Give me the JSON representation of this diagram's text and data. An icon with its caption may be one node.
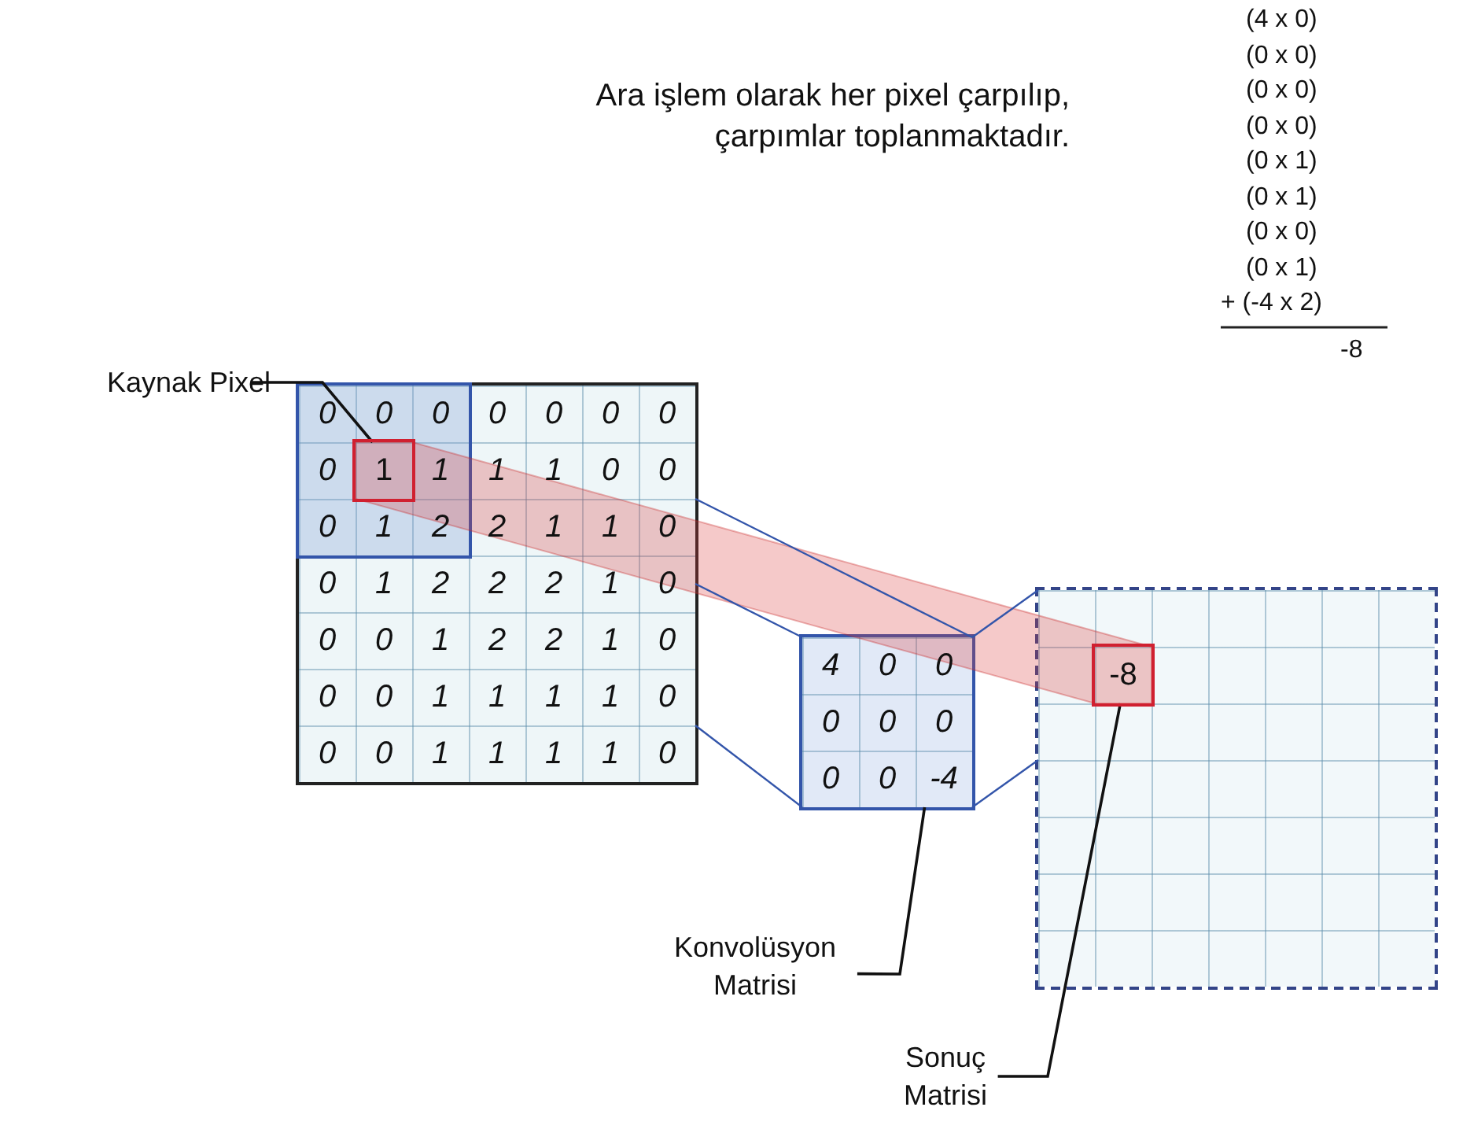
{
  "diagram": {
    "nodes": [
      {
        "text": [
          "Kaynak Pixel"
        ]
      },
      {
        "text": [],
        "shape": "box"
      },
      {
        "text": [],
        "shape": "box",
        "in": 1
      },
      {
        "text": [
          "1"
        ],
        "in": 2
      },
      {
        "text": [
          "Konvolüsyon Matrisi"
        ]
      },
      {
        "text": [],
        "shape": "box"
      },
      {
        "text": [
          "Sonuç Matrisi"
        ]
      },
      {
        "text": [],
        "shape": "box"
      },
      {
        "text": [
          "-8"
        ],
        "in": 7
      }
    ],
    "edges": [
      {
        "from": 0,
        "to": 3,
        "arrow": "none",
        "color": "#111111"
      },
      {
        "from": 4,
        "to": 5,
        "arrow": "none",
        "color": "#111111"
      },
      {
        "from": 6,
        "to": 8,
        "arrow": "none",
        "color": "#111111"
      },
      {
        "from": 1,
        "to": 5,
        "arrow": "none"
      },
      {
        "from": 1,
        "to": 5,
        "arrow": "none"
      },
      {
        "from": 1,
        "to": 5,
        "arrow": "none"
      },
      {
        "from": 5,
        "to": 7,
        "arrow": "none"
      },
      {
        "from": 5,
        "to": 7,
        "arrow": "none"
      }
    ],
    "labels": [
      "Ara işlem olarak her pixel çarpılıp, çarpımlar toplanmaktadır.",
      "(4 x 0)",
      "(0 x 0)",
      "(0 x 0)",
      "(0 x 0)",
      "(0 x 1)",
      "(0 x 1)",
      "(0 x 0)",
      "(0 x 1)",
      "+ (-4 x 2)",
      "-8",
      "0",
      "0",
      "0",
      "0",
      "0",
      "0",
      "0",
      "0",
      "1",
      "1",
      "1",
      "0",
      "0",
      "0",
      "1",
      "2",
      "2",
      "1",
      "1",
      "0",
      "0",
      "1",
      "2",
      "2",
      "2",
      "1",
      "0",
      "0",
      "0",
      "1",
      "2",
      "2",
      "1",
      "0",
      "0",
      "0",
      "1",
      "1",
      "1",
      "1",
      "0",
      "0",
      "0",
      "1",
      "1",
      "1",
      "1",
      "0",
      "4",
      "0",
      "0",
      "0",
      "0",
      "0",
      "0",
      "0",
      "-4"
    ]
  }
}
